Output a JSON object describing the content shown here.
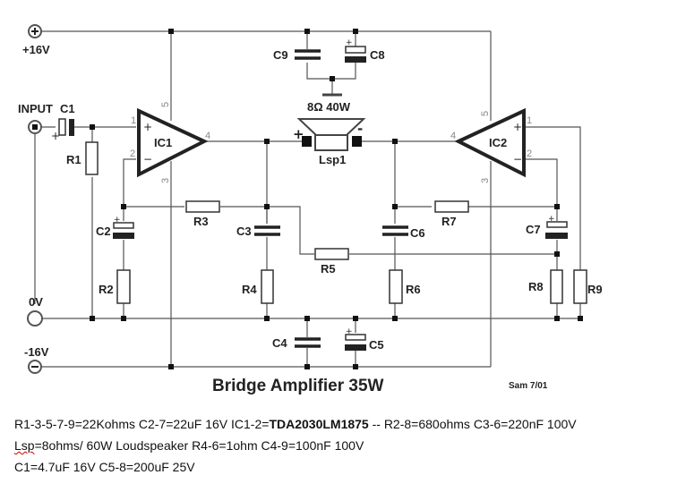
{
  "diagram": {
    "title": "Bridge Amplifier 35W",
    "signature": "Sam 7/01",
    "terminals": {
      "pos_supply": "+16V",
      "neg_supply": "-16V",
      "ground": "0V",
      "input": "INPUT"
    },
    "components": {
      "C1": "C1",
      "C2": "C2",
      "C3": "C3",
      "C4": "C4",
      "C5": "C5",
      "C6": "C6",
      "C7": "C7",
      "C8": "C8",
      "C9": "C9",
      "R1": "R1",
      "R2": "R2",
      "R3": "R3",
      "R4": "R4",
      "R5": "R5",
      "R6": "R6",
      "R7": "R7",
      "R8": "R8",
      "R9": "R9",
      "IC1": "IC1",
      "IC2": "IC2",
      "LSP1": "Lsp1",
      "speaker_rating": "8Ω 40W"
    },
    "pins": {
      "p1": "1",
      "p2": "2",
      "p3": "3",
      "p4": "4",
      "p5": "5"
    },
    "signs": {
      "plus": "+",
      "minus": "−",
      "spk_plus": "+",
      "spk_minus": "-"
    }
  },
  "notes": {
    "line1_a": "R1-3-5-7-9=22Kohms C2-7=22uF 16V IC1-2=",
    "line1_bold": "TDA2030LM1875",
    "line1_b": " -- R2-8=680ohms C3-6=220nF 100V",
    "line2_a": "Lsp",
    "line2_b": "=8ohms/ 60W Loudspeaker R4-6=1ohm C4-9=100nF 100V",
    "line3": "C1=4.7uF 16V C5-8=200uF 25V"
  }
}
